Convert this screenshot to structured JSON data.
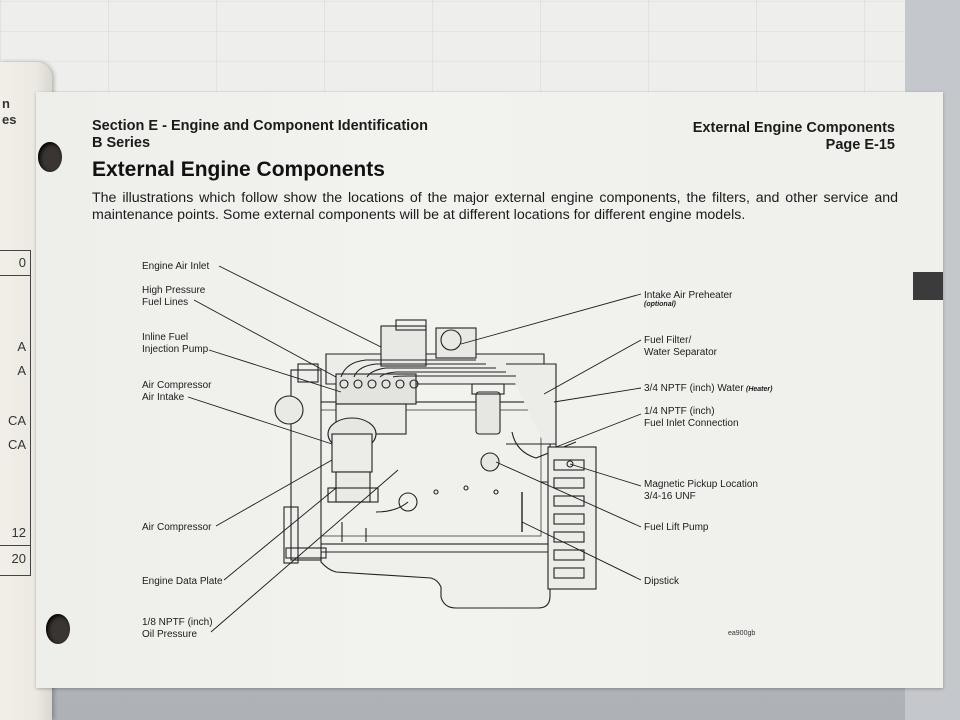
{
  "page": {
    "section_title": "Section E - Engine and Component Identification",
    "section_subtitle": "B Series",
    "running_title": "External Engine Components",
    "page_number": "Page E-15",
    "heading": "External Engine Components",
    "intro": "The illustrations which follow show the locations of the major external engine components, the filters, and other service and maintenance points. Some external components will be at different locations for different engine models."
  },
  "prev_page": {
    "fragments": [
      "n",
      "es"
    ],
    "table_values": [
      "0",
      "A",
      "A",
      "CA",
      "CA",
      "12",
      "20"
    ]
  },
  "diagram": {
    "figure_id": "ea900gb",
    "labels_left": [
      {
        "lines": [
          "Engine Air Inlet"
        ]
      },
      {
        "lines": [
          "High Pressure",
          "Fuel Lines"
        ]
      },
      {
        "lines": [
          "Inline Fuel",
          "Injection Pump"
        ]
      },
      {
        "lines": [
          "Air Compressor",
          "Air Intake"
        ]
      },
      {
        "lines": [
          "Air Compressor"
        ]
      },
      {
        "lines": [
          "Engine Data Plate"
        ]
      },
      {
        "lines": [
          "1/8 NPTF (inch)",
          "Oil Pressure"
        ]
      }
    ],
    "labels_right": [
      {
        "lines": [
          "Intake Air Preheater"
        ],
        "note": "(optional)"
      },
      {
        "lines": [
          "Fuel Filter/",
          "Water Separator"
        ]
      },
      {
        "lines": [
          "3/4 NPTF (inch) Water"
        ],
        "note": "(Heater)"
      },
      {
        "lines": [
          "1/4 NPTF (inch)",
          "Fuel Inlet Connection"
        ]
      },
      {
        "lines": [
          "Magnetic Pickup Location",
          "3/4-16 UNF"
        ]
      },
      {
        "lines": [
          "Fuel Lift Pump"
        ]
      },
      {
        "lines": [
          "Dipstick"
        ]
      }
    ]
  }
}
